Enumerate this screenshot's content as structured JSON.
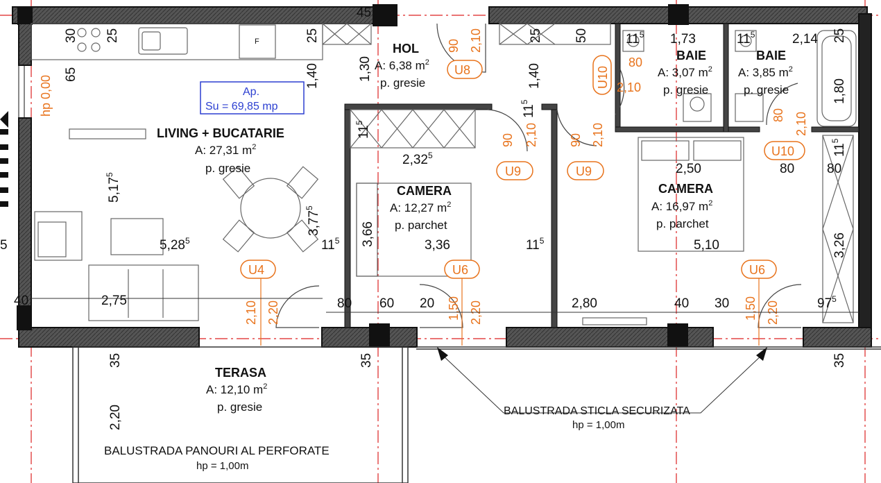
{
  "apartment": {
    "name": "Ap.",
    "usable_area": "Su = 69,85 mp"
  },
  "rooms": {
    "living": {
      "name": "LIVING + BUCATARIE",
      "area": "A: 27,31 m",
      "sup": "2",
      "floor": "p. gresie"
    },
    "hol": {
      "name": "HOL",
      "area": "A: 6,38 m",
      "sup": "2",
      "floor": "p. gresie"
    },
    "baie1": {
      "name": "BAIE",
      "area": "A: 3,07 m",
      "sup": "2",
      "floor": "p. gresie"
    },
    "baie2": {
      "name": "BAIE",
      "area": "A: 3,85 m",
      "sup": "2",
      "floor": "p. gresie"
    },
    "camera1": {
      "name": "CAMERA",
      "area": "A: 12,27 m",
      "sup": "2",
      "floor": "p. parchet"
    },
    "camera2": {
      "name": "CAMERA",
      "area": "A: 16,97 m",
      "sup": "2",
      "floor": "p. parchet"
    },
    "terasa": {
      "name": "TERASA",
      "area": "A: 12,10 m",
      "sup": "2",
      "floor": "p. gresie"
    }
  },
  "notes": {
    "glass_rail": "BALUSTRADA STICLA SECURIZATA",
    "glass_rail_h": "hp = 1,00m",
    "panel_rail": "BALUSTRADA PANOURI AL PERFORATE",
    "panel_rail_h": "hp = 1,00m"
  },
  "door_tags": {
    "u8": "U8",
    "u9a": "U9",
    "u9b": "U9",
    "u10a": "U10",
    "u10b": "U10",
    "u4": "U4",
    "u6a": "U6",
    "u6b": "U6"
  },
  "opening_dims": {
    "hp": "hp 0,00",
    "u8_w": "90",
    "u8_h": "2,10",
    "u9a_w": "90",
    "u9a_h": "2,10",
    "u9b_w": "90",
    "u9b_h": "2,10",
    "u10a_w": "80",
    "u10a_h": "2,10",
    "u10b_w": "80",
    "u10b_h": "2,10",
    "u4_w": "2,10",
    "u4_h": "2,20",
    "u6a_w": "1,50",
    "u6a_h": "2,20",
    "u6b_w": "1,50",
    "u6b_h": "2,20"
  },
  "dimensions": {
    "d30": "30",
    "d25a": "25",
    "d25b": "25",
    "d45": "45",
    "d25c": "25",
    "d50": "50",
    "d115a": "11",
    "d173": "1,73",
    "d115b": "11",
    "d214": "2,14",
    "d25d": "25",
    "d65": "65",
    "d140a": "1,40",
    "d130": "1,30",
    "d140b": "1,40",
    "d115c": "11",
    "d180": "1,80",
    "d115d": "11",
    "d232": "2,32",
    "d250": "2,50",
    "d80a": "80",
    "d80b": "80",
    "d115e": "11",
    "d5175": "5,17",
    "d3775": "3,77",
    "d366": "3,66",
    "d326": "3,26",
    "d5285": "5,28",
    "d115f": "11",
    "d336": "3,36",
    "d115g": "11",
    "d510": "5,10",
    "d5": "5",
    "d40a": "40",
    "d275": "2,75",
    "d80c": "80",
    "d60": "60",
    "d20": "20",
    "d280": "2,80",
    "d40b": "40",
    "d30b": "30",
    "d975": "97",
    "d35a": "35",
    "d35b": "35",
    "d35c": "35",
    "d220": "2,20",
    "sup5": "5"
  }
}
